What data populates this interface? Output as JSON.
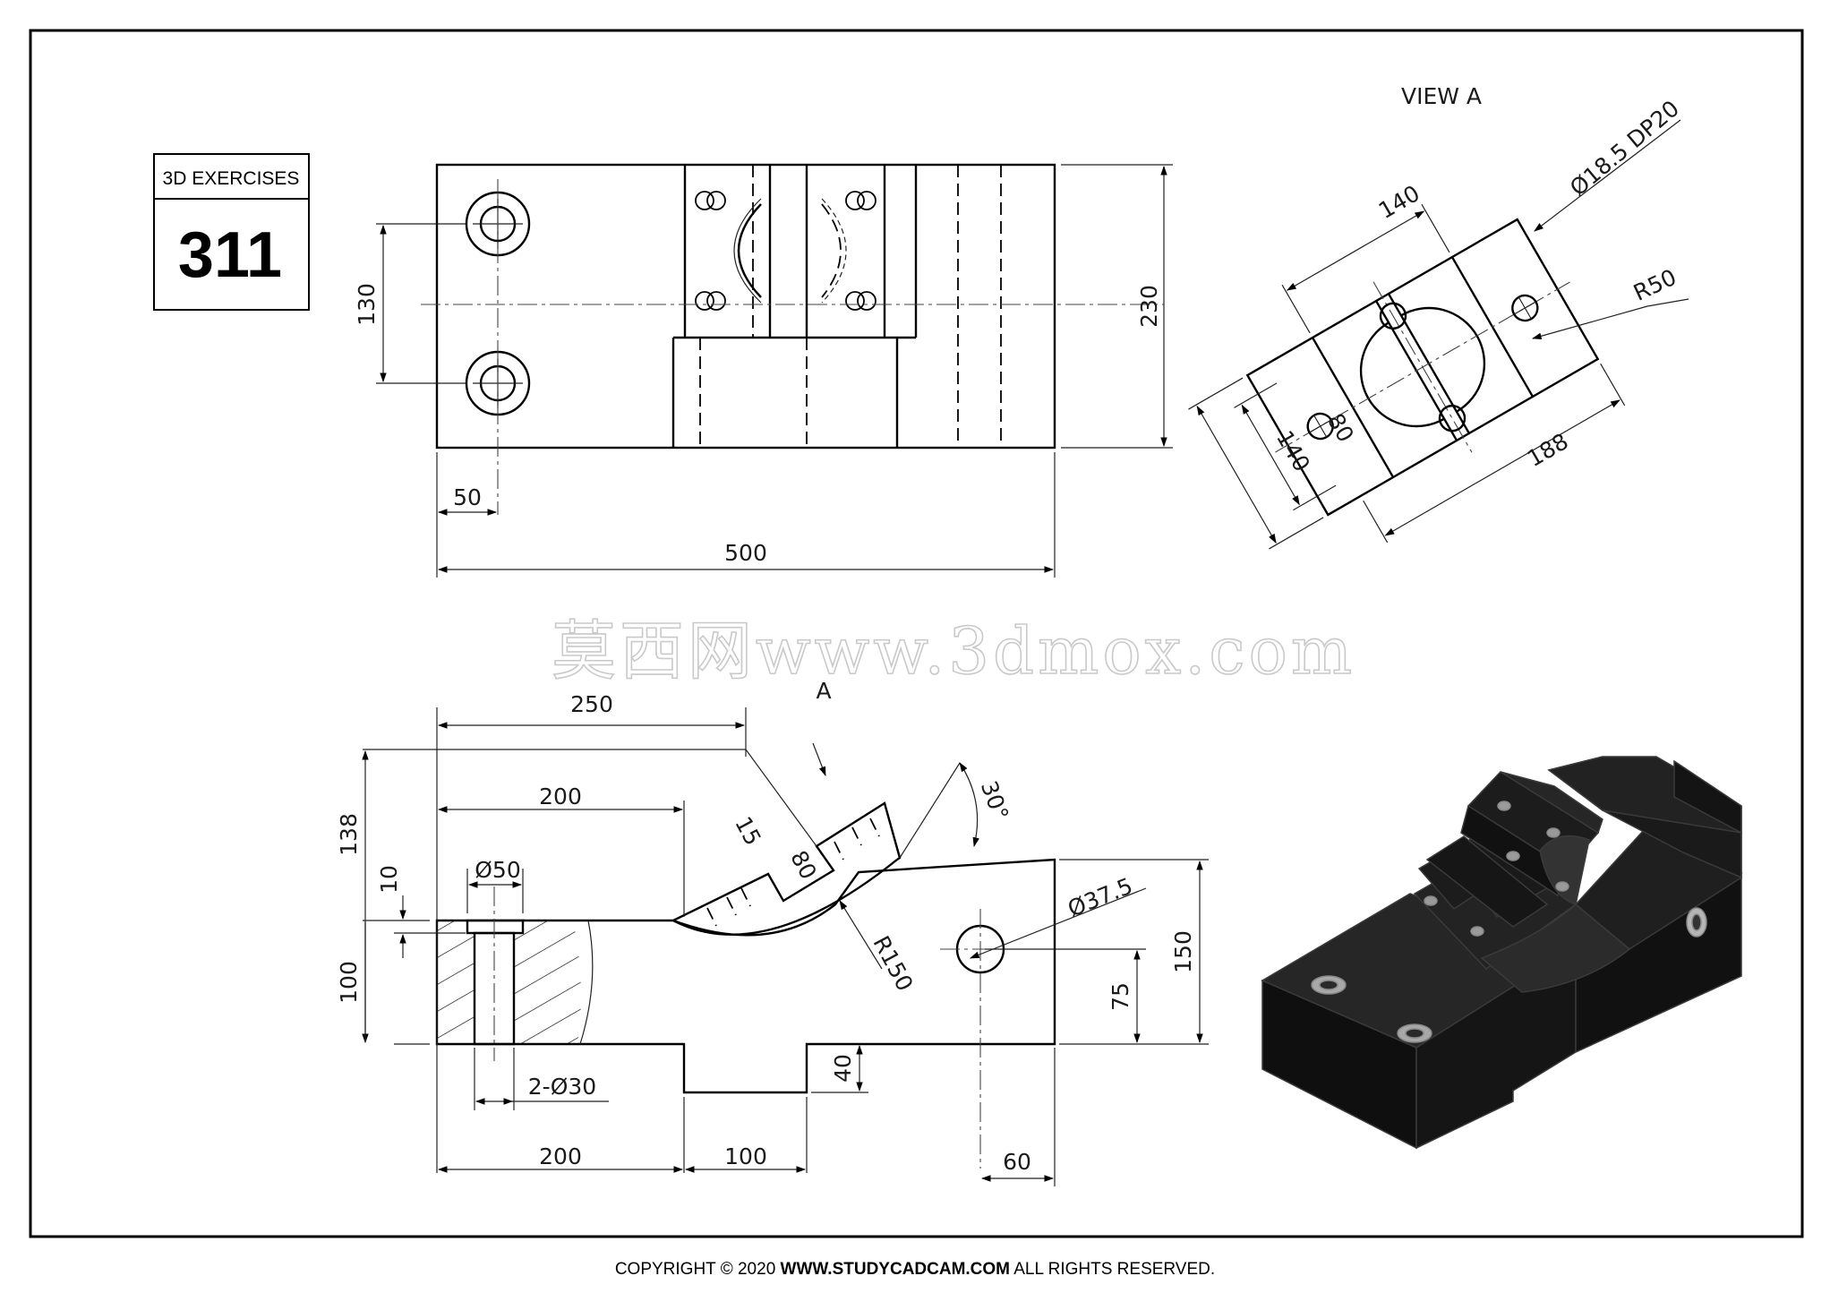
{
  "badge": {
    "label": "3D EXERCISES",
    "number": "311"
  },
  "view_title": "VIEW A",
  "top_view": {
    "d_130": "130",
    "d_230": "230",
    "d_50": "50",
    "d_500": "500"
  },
  "view_a": {
    "d_140a": "140",
    "d_hole": "Ø18.5 DP20",
    "d_r50": "R50",
    "d_80": "80",
    "d_140b": "140",
    "d_188": "188"
  },
  "watermark": "莫西网www.3dmox.com",
  "front_view": {
    "arrow_label": "A",
    "d_250": "250",
    "d_200_top": "200",
    "d_138": "138",
    "d_10": "10",
    "d_d50": "Ø50",
    "d_15": "15",
    "d_80": "80",
    "d_30": "30°",
    "d_d37": "Ø37.5",
    "d_r150": "R150",
    "d_100_left": "100",
    "d_150": "150",
    "d_75": "75",
    "d_40": "40",
    "d_2d30": "2-Ø30",
    "d_200_bottom": "200",
    "d_100_bottom": "100",
    "d_60": "60"
  },
  "footer": {
    "prefix": "COPYRIGHT © 2020 ",
    "site": "WWW.STUDYCADCAM.COM",
    "suffix": " ALL RIGHTS RESERVED."
  },
  "colors": {
    "line": "#000000",
    "model": "#151515",
    "background": "#ffffff"
  }
}
